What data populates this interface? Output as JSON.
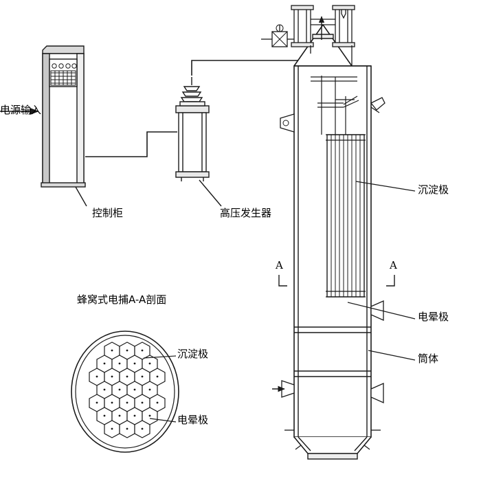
{
  "diagram": {
    "title_section": "蜂窝式电捕A-A剖面",
    "labels": {
      "power_input": "电源输入",
      "control_cabinet": "控制柜",
      "hv_generator": "高压发生器",
      "settling_electrode_right": "沉淀极",
      "corona_electrode_right": "电晕极",
      "cylinder_body": "筒体",
      "settling_electrode_section": "沉淀极",
      "corona_electrode_section": "电晕极",
      "section_mark_left": "A",
      "section_mark_right": "A"
    },
    "colors": {
      "line": "#1a1a1a",
      "background": "#ffffff",
      "fill_light": "#f2f2f2"
    }
  }
}
